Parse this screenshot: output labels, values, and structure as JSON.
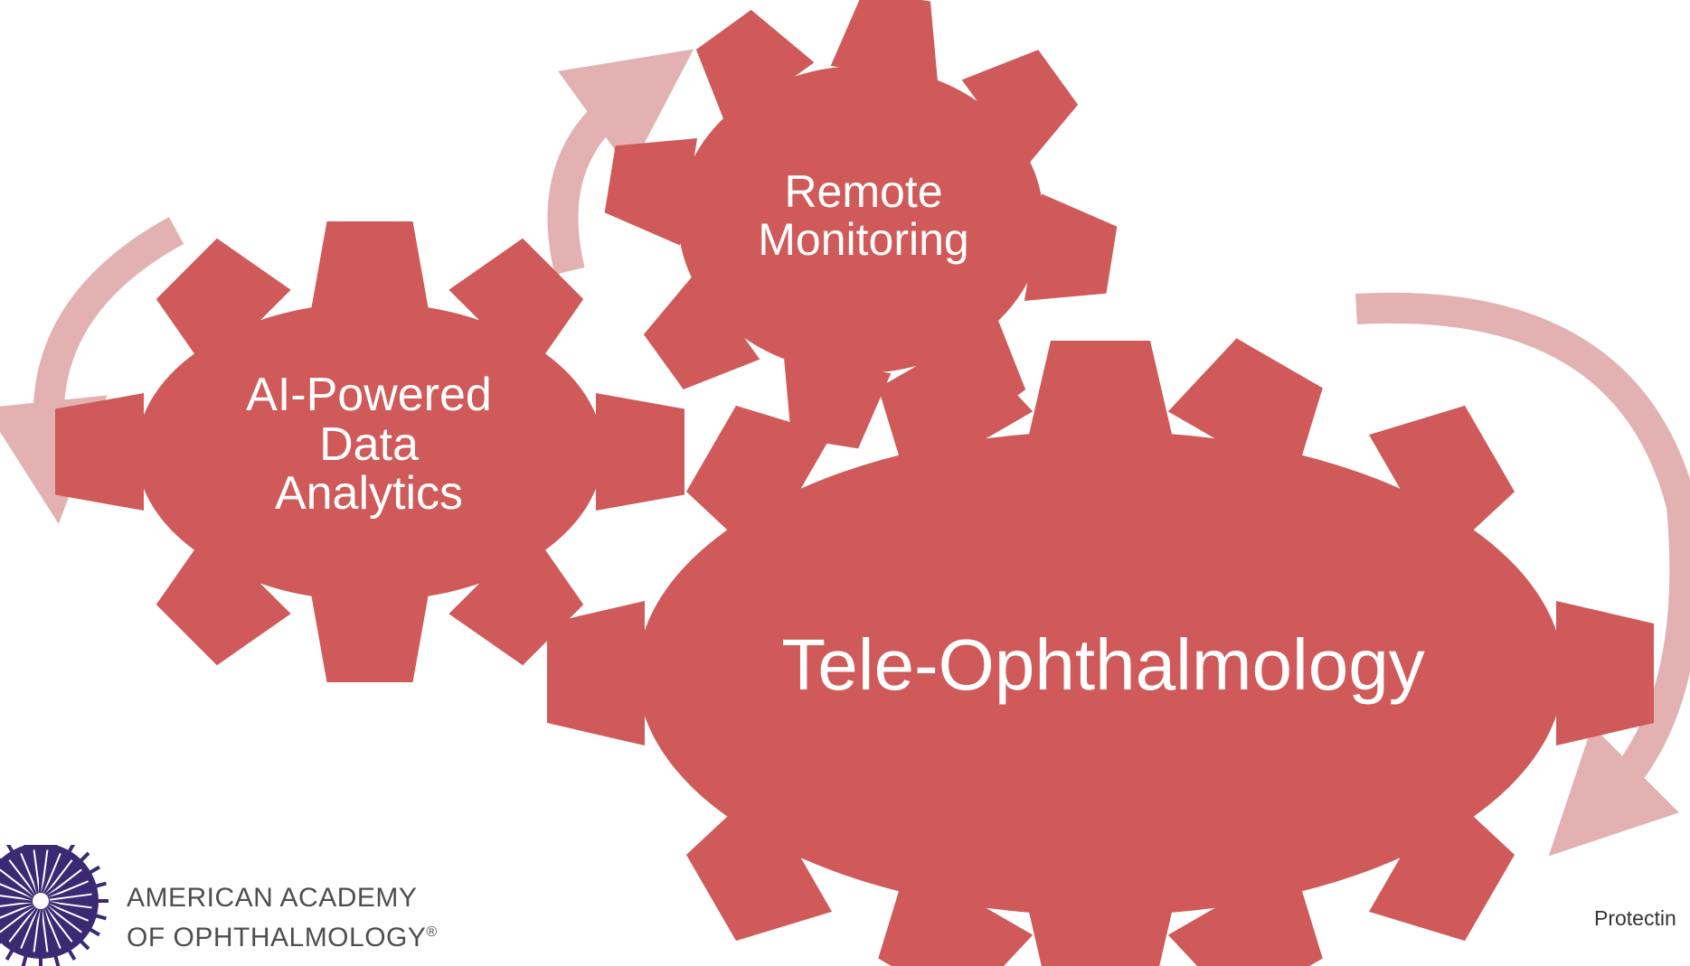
{
  "colors": {
    "gear": "#cf5a59",
    "arrow": "#e3b1b1",
    "text_on_gear": "#ffffff",
    "logo_purple": "#3b2a73"
  },
  "gears": {
    "ai": {
      "lines": [
        "AI-Powered",
        "Data",
        "Analytics"
      ]
    },
    "remote": {
      "lines": [
        "Remote",
        "Monitoring"
      ]
    },
    "tele": {
      "lines": [
        "Tele-Ophthalmology"
      ]
    }
  },
  "logo": {
    "line1": "AMERICAN ACADEMY",
    "line2": "OF OPHTHALMOLOGY",
    "mark": "®",
    "icon": "starburst-eye-icon"
  },
  "footer": {
    "text": "Protectin"
  }
}
